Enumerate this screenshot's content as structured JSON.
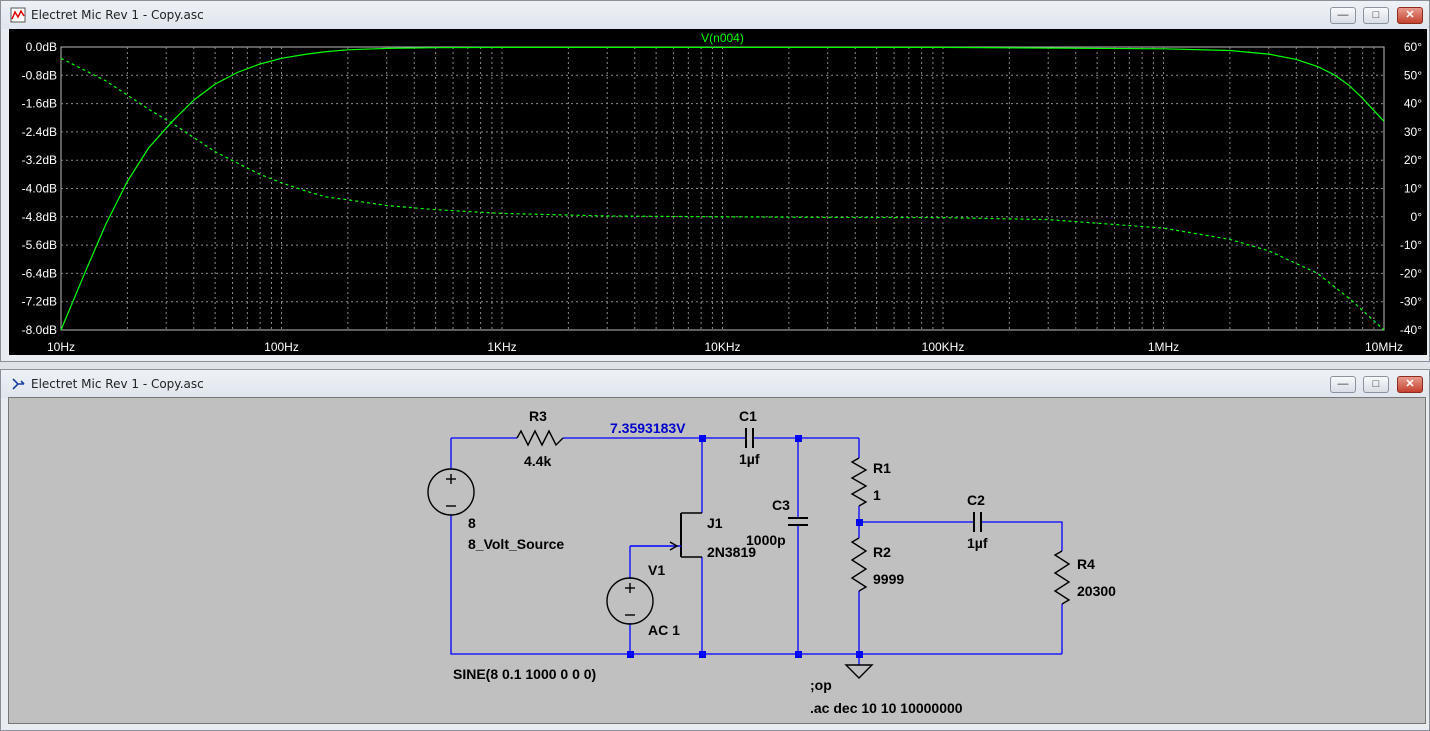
{
  "plot_window": {
    "title": "Electret Mic Rev 1 - Copy.asc",
    "trace_name": "V(n004)",
    "trace_color": "#00ff00"
  },
  "schematic_window": {
    "title": "Electret Mic Rev 1 - Copy.asc"
  },
  "chart_data": {
    "type": "line",
    "title": "V(n004)",
    "x_scale": "log",
    "xlim": [
      10,
      10000000
    ],
    "x_ticks": [
      "10Hz",
      "100Hz",
      "1KHz",
      "10KHz",
      "100KHz",
      "1MHz",
      "10MHz"
    ],
    "y_left_ticks": [
      "0.0dB",
      "-0.8dB",
      "-1.6dB",
      "-2.4dB",
      "-3.2dB",
      "-4.0dB",
      "-4.8dB",
      "-5.6dB",
      "-6.4dB",
      "-7.2dB",
      "-8.0dB"
    ],
    "y_left_lim": [
      -8.0,
      0.0
    ],
    "y_right_ticks": [
      "60°",
      "50°",
      "40°",
      "30°",
      "20°",
      "10°",
      "0°",
      "-10°",
      "-20°",
      "-30°",
      "-40°"
    ],
    "y_right_lim": [
      -40,
      60
    ],
    "grid": true,
    "series": [
      {
        "name": "V(n004)",
        "style": "solid",
        "axis": "left",
        "x": [
          10,
          13,
          16,
          20,
          25,
          32,
          40,
          50,
          63,
          80,
          100,
          130,
          160,
          200,
          300,
          500,
          1000,
          10000,
          100000,
          1000000,
          2000000,
          3000000,
          4000000,
          5000000,
          6000000,
          7000000,
          8000000,
          10000000
        ],
        "values": [
          -8.0,
          -6.3,
          -5.0,
          -3.8,
          -2.85,
          -2.1,
          -1.5,
          -1.05,
          -0.72,
          -0.48,
          -0.32,
          -0.2,
          -0.13,
          -0.08,
          -0.04,
          -0.02,
          -0.01,
          -0.01,
          -0.01,
          -0.05,
          -0.1,
          -0.2,
          -0.35,
          -0.55,
          -0.8,
          -1.1,
          -1.45,
          -2.1
        ]
      },
      {
        "name": "V(n004)",
        "style": "dashed",
        "axis": "right",
        "x": [
          10,
          16,
          20,
          25,
          32,
          40,
          50,
          63,
          80,
          100,
          130,
          160,
          200,
          300,
          500,
          1000,
          3000,
          10000,
          30000,
          100000,
          300000,
          1000000,
          2000000,
          3000000,
          5000000,
          7000000,
          10000000
        ],
        "values": [
          56,
          48,
          43,
          38,
          33,
          28,
          23,
          19,
          15,
          12,
          9,
          7,
          6,
          4,
          2.5,
          1.2,
          0.3,
          0,
          -0.2,
          -0.3,
          -1,
          -4,
          -8,
          -12,
          -20,
          -29,
          -40
        ]
      }
    ]
  },
  "schematic": {
    "R3": {
      "name": "R3",
      "value": "4.4k"
    },
    "node_voltage": "7.3593183V",
    "C1": {
      "name": "C1",
      "value": "1µf"
    },
    "C3": {
      "name": "C3",
      "value": "1000p"
    },
    "R1": {
      "name": "R1",
      "value": "1"
    },
    "R2": {
      "name": "R2",
      "value": "9999"
    },
    "C2": {
      "name": "C2",
      "value": "1µf"
    },
    "R4": {
      "name": "R4",
      "value": "20300"
    },
    "J1": {
      "name": "J1",
      "value": "2N3819"
    },
    "V1": {
      "name": "V1",
      "value": "AC 1"
    },
    "V2": {
      "value": "8",
      "label": "8_Volt_Source",
      "sine": "SINE(8 0.1 1000 0 0 0)"
    },
    "directive_op": ";op",
    "directive_ac": ".ac dec 10 10 10000000",
    "wire_color": "#0000ff",
    "text_color": "#000000",
    "voltage_color": "#0000cc"
  }
}
